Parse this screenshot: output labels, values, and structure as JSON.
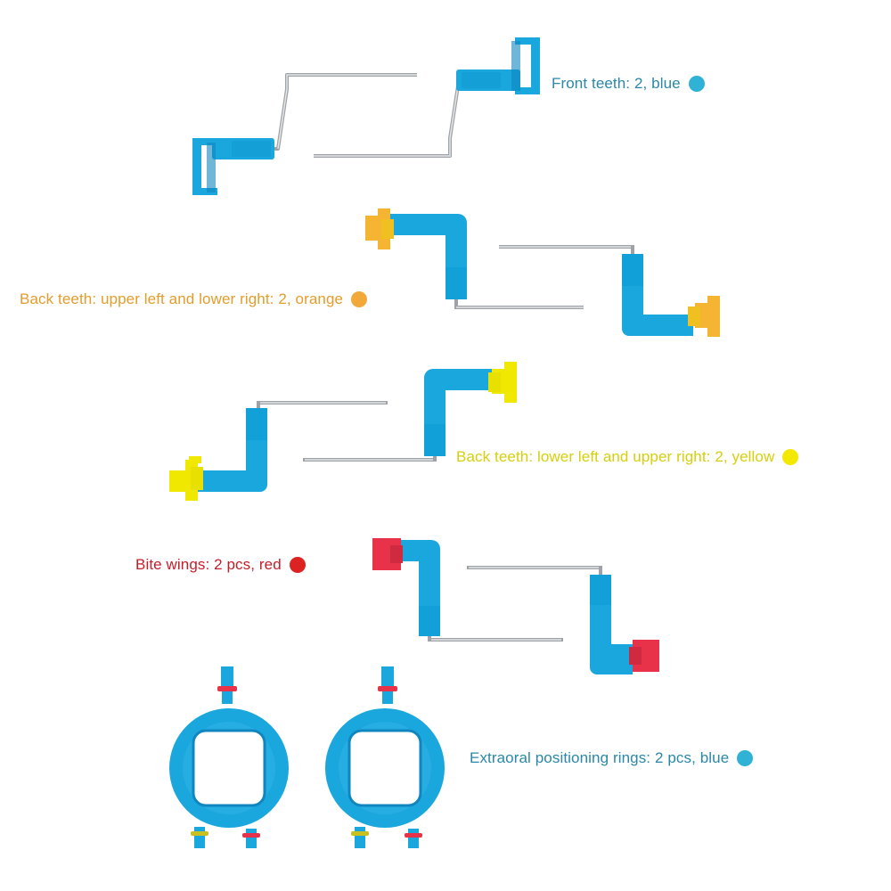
{
  "colors": {
    "blue": "#1aa7dd",
    "blue_dark": "#0f86bf",
    "orange": "#f5b533",
    "yellow": "#f0e800",
    "red": "#e8324a",
    "rod": "#a9acb0",
    "label_blue": "#2a87a8",
    "label_orange": "#e39d2c",
    "label_yellow": "#d6cf0c",
    "label_red": "#c41e2a",
    "dot_blue": "#2fb2d6",
    "dot_orange": "#f1a93a",
    "dot_yellow": "#f2e800",
    "dot_red": "#dd2222"
  },
  "labels": {
    "front": {
      "text": "Front teeth: 2, blue",
      "color": "#2a87a8",
      "dot": "#2fb2d6"
    },
    "back_upper_left": {
      "text": "Back teeth: upper left and lower right: 2, orange",
      "color": "#e39d2c",
      "dot": "#f1a93a"
    },
    "back_lower_left": {
      "text": "Back teeth: lower left and upper right: 2, yellow",
      "color": "#d6cf0c",
      "dot": "#f2e800"
    },
    "bite": {
      "text": "Bite wings: 2 pcs, red",
      "color": "#c41e2a",
      "dot": "#dd2222"
    },
    "rings": {
      "text": "Extraoral positioning rings: 2 pcs, blue",
      "color": "#2a87a8",
      "dot": "#2fb2d6"
    }
  }
}
